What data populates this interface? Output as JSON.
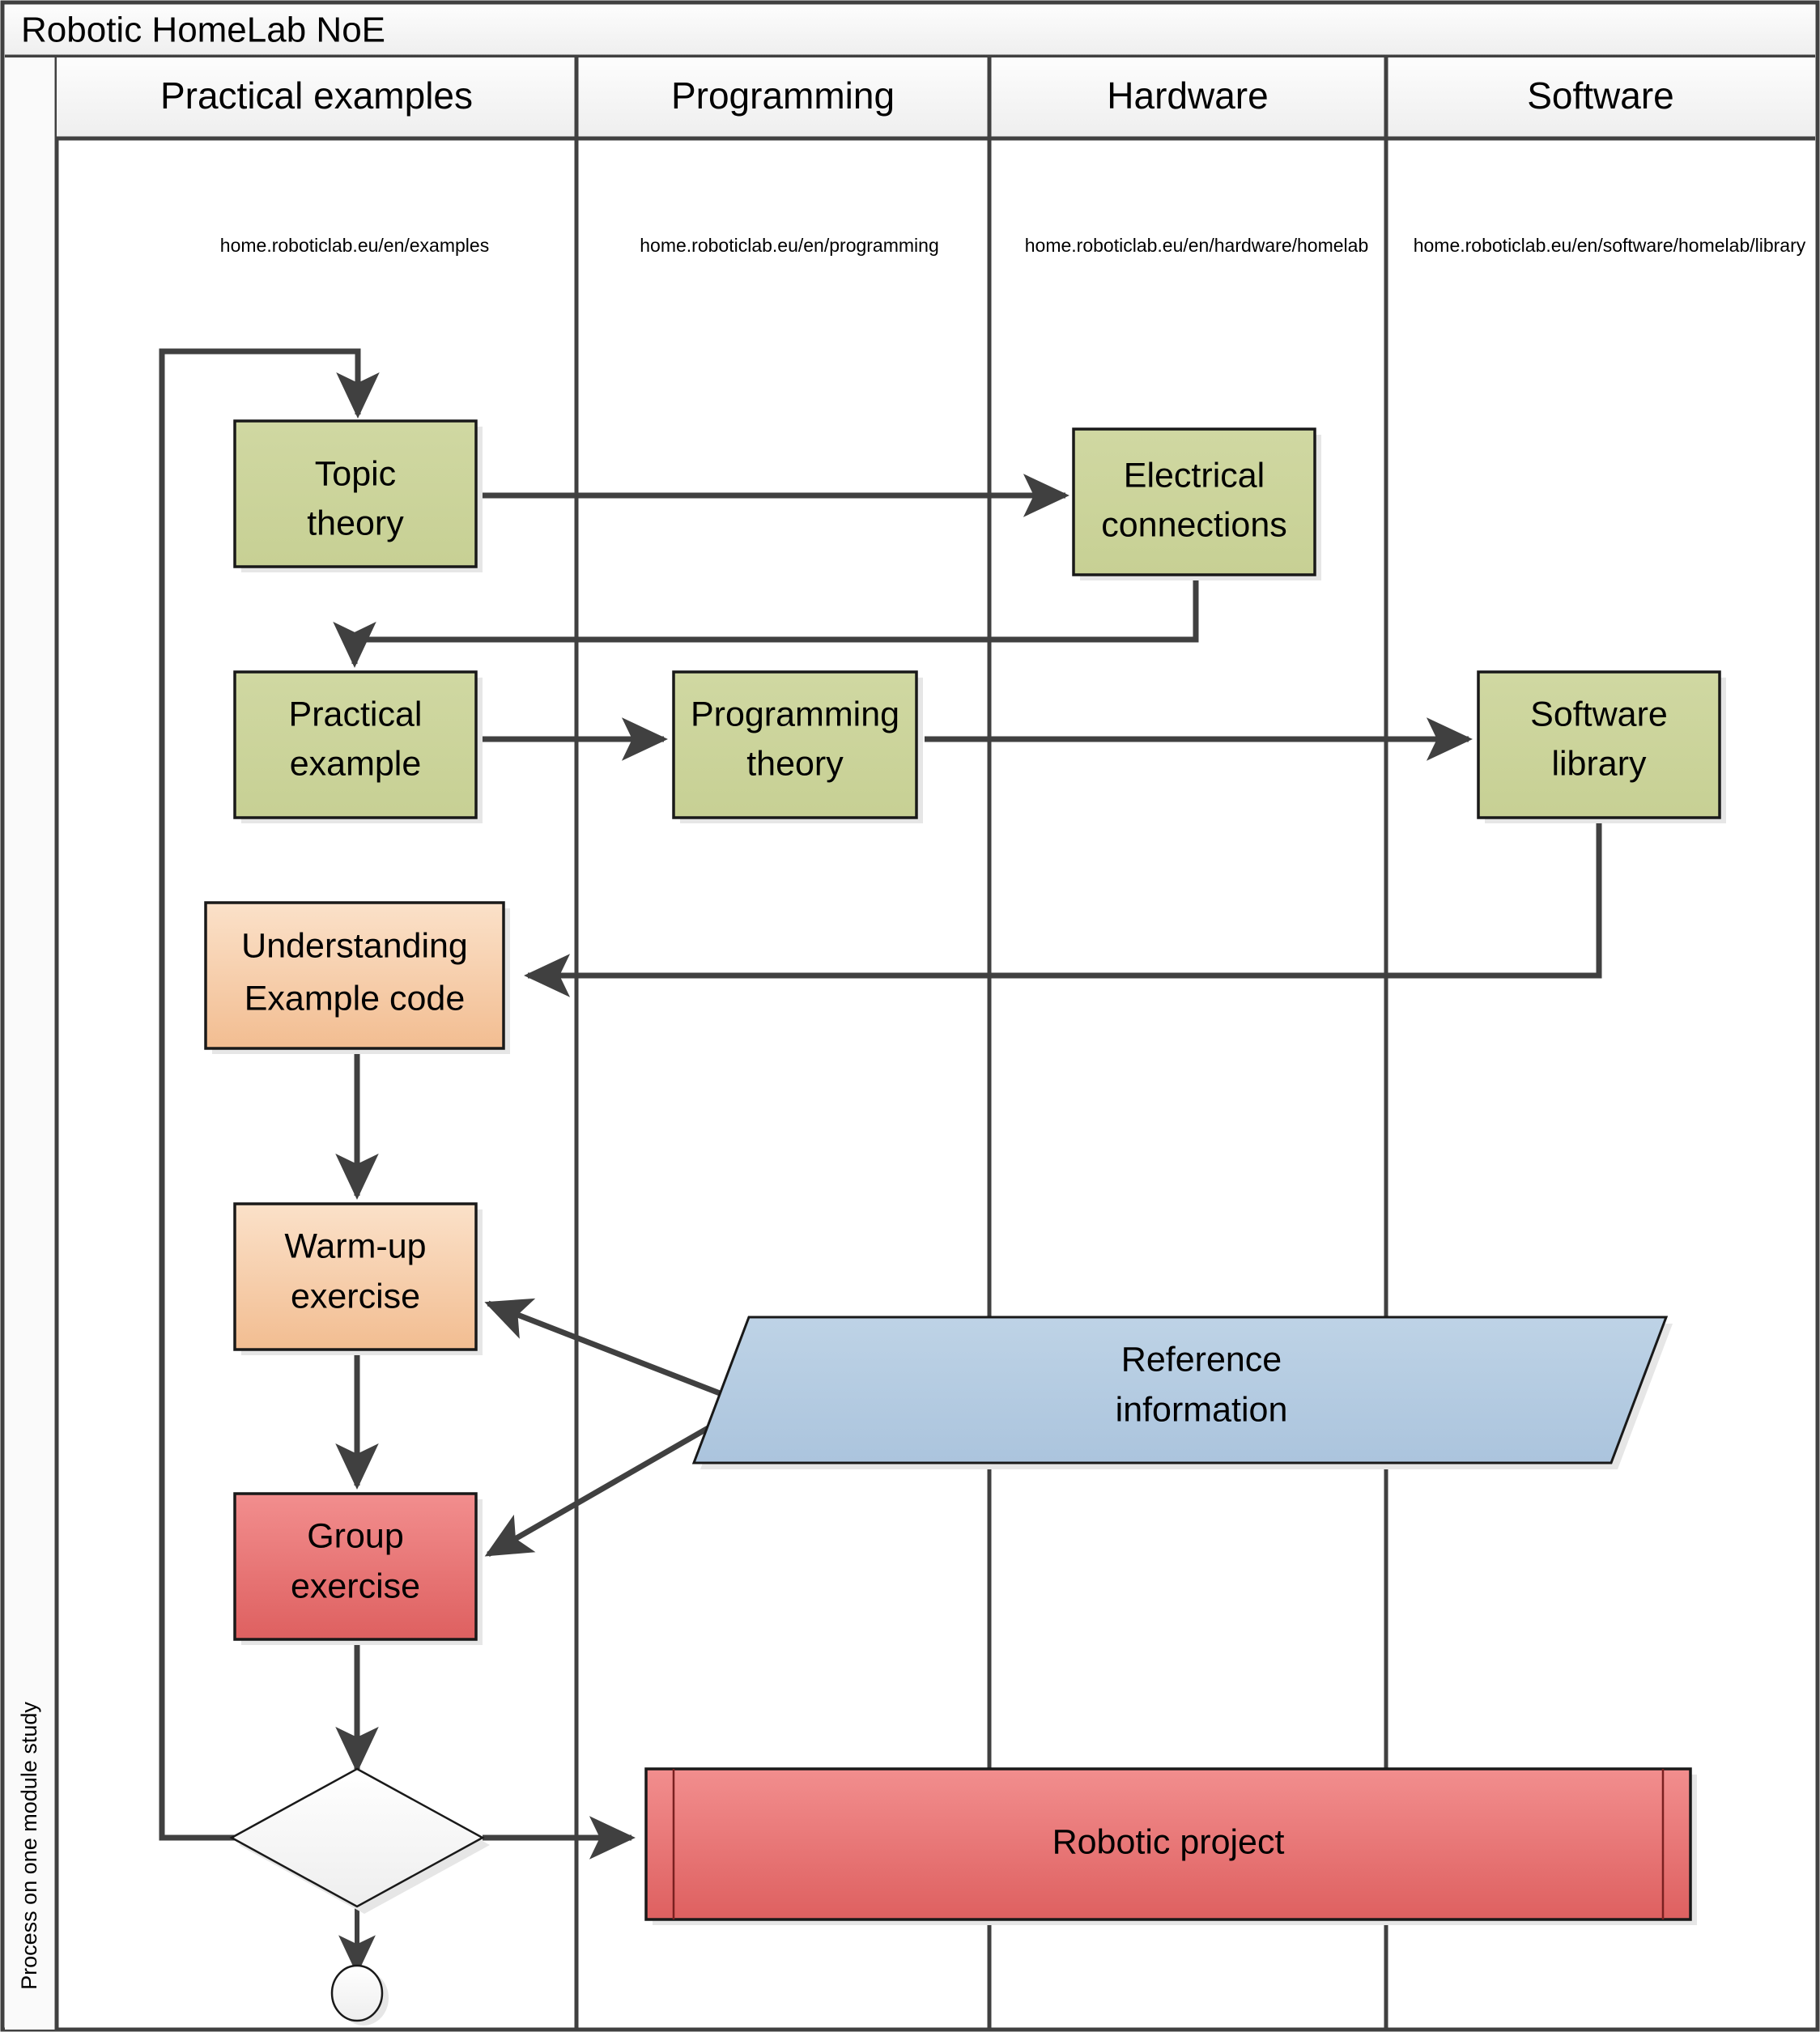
{
  "title": "Robotic HomeLab NoE",
  "swimlane_vertical_label": "Process on one module study",
  "columns": [
    {
      "header": "Practical examples",
      "url": "home.roboticlab.eu/en/examples"
    },
    {
      "header": "Programming",
      "url": "home.roboticlab.eu/en/programming"
    },
    {
      "header": "Hardware",
      "url": "home.roboticlab.eu/en/hardware/homelab"
    },
    {
      "header": "Software",
      "url": "home.roboticlab.eu/en/software/homelab/library"
    }
  ],
  "nodes": {
    "topic_theory": "Topic theory",
    "topic_theory_l1": "Topic",
    "topic_theory_l2": "theory",
    "electrical_connections_l1": "Electrical",
    "electrical_connections_l2": "connections",
    "practical_example_l1": "Practical",
    "practical_example_l2": "example",
    "programming_theory_l1": "Programming",
    "programming_theory_l2": "theory",
    "software_library_l1": "Software",
    "software_library_l2": "library",
    "understanding_example_code_l1": "Understanding",
    "understanding_example_code_l2": "Example code",
    "warm_up_exercise_l1": "Warm-up",
    "warm_up_exercise_l2": "exercise",
    "group_exercise_l1": "Group",
    "group_exercise_l2": "exercise",
    "reference_information_l1": "Reference",
    "reference_information_l2": "information",
    "robotic_project": "Robotic project",
    "decision": "",
    "end_node": ""
  },
  "colors": {
    "green_fill": "#ccd49b",
    "orange_top": "#fadfc6",
    "orange_bottom": "#f4c198",
    "red_top": "#f08a8a",
    "red_bottom": "#e06464",
    "blue_fill": "#b2cbe2",
    "stroke_dark": "#404040",
    "header_bg": "#f2f2f2",
    "page_border": "#404040"
  }
}
